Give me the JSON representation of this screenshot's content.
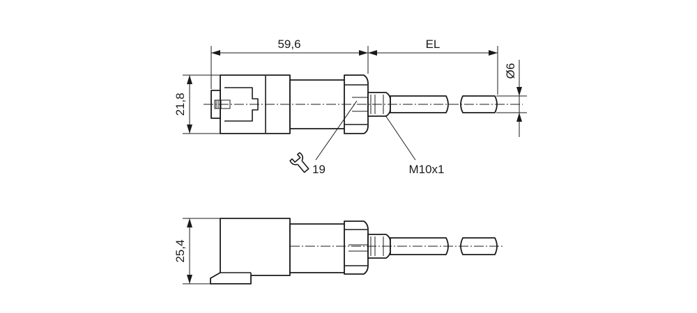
{
  "labels": {
    "length": "59,6",
    "el": "EL",
    "diameter": "Ø6",
    "height_top": "21,8",
    "wrench": "19",
    "thread": "M10x1",
    "height_bottom": "25,4"
  },
  "icons": {
    "wrench": "wrench-icon"
  },
  "colors": {
    "line": "#1a1a1a",
    "background": "#ffffff"
  }
}
